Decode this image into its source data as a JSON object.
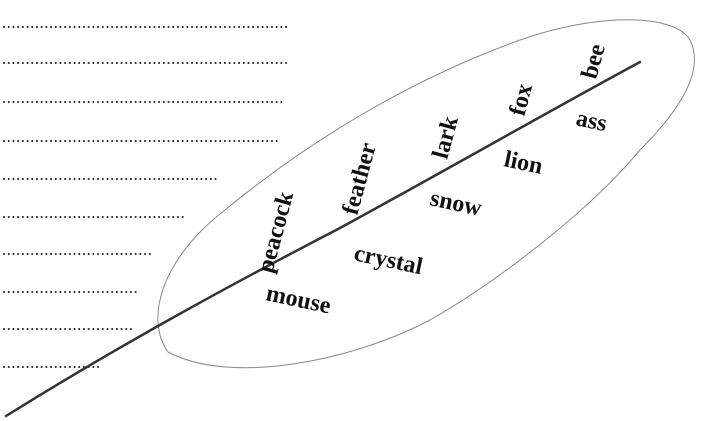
{
  "diagram": {
    "words_above_line": [
      {
        "text": "peacock"
      },
      {
        "text": "feather"
      },
      {
        "text": "lark"
      },
      {
        "text": "fox"
      },
      {
        "text": "bee"
      }
    ],
    "words_below_line": [
      {
        "text": "ass"
      },
      {
        "text": "lion"
      },
      {
        "text": "snow"
      },
      {
        "text": "crystal"
      },
      {
        "text": "mouse"
      }
    ],
    "answer_line_count": 10,
    "colors": {
      "ink": "#111111",
      "shape_outline": "#888888",
      "quill": "#333333",
      "dots": "#222222"
    }
  }
}
